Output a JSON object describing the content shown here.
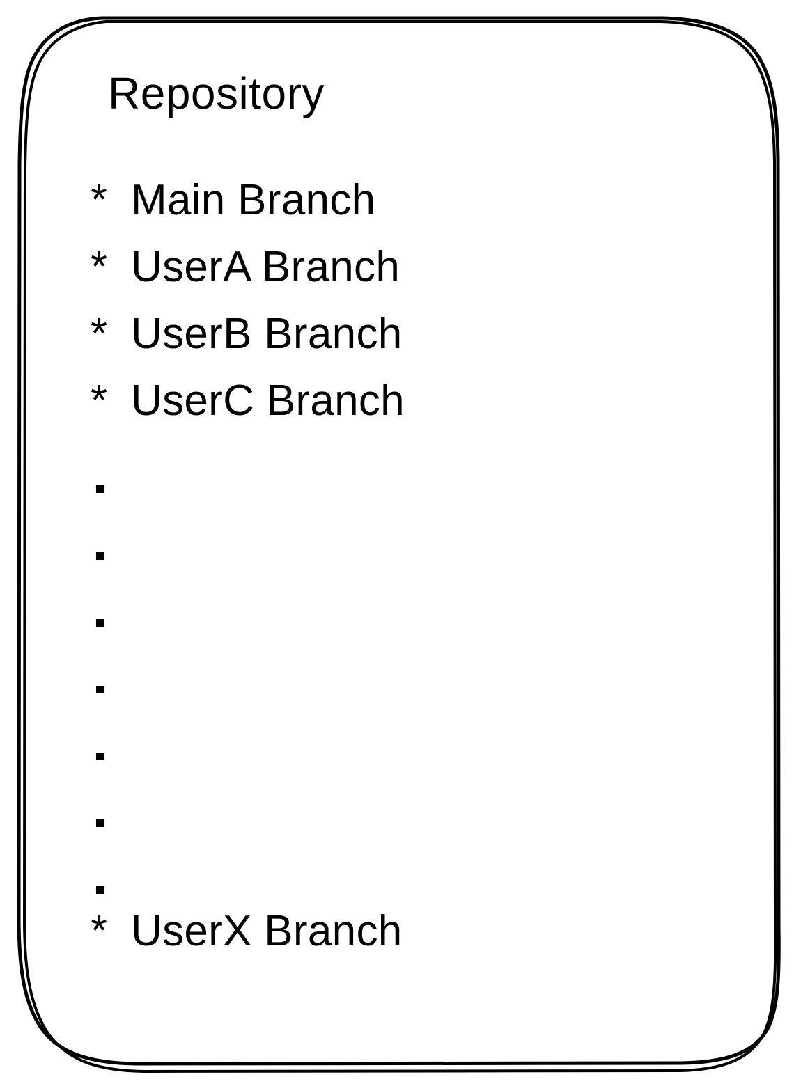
{
  "diagram": {
    "shape": "rounded-rectangle-sketch",
    "style": "hand-drawn",
    "stroke_color": "#000000",
    "background_color": "#ffffff"
  },
  "panel": {
    "title": "Repository",
    "bullet_symbol": "*",
    "branches_top": [
      {
        "bullet": "*",
        "label": "Main Branch"
      },
      {
        "bullet": "*",
        "label": "UserA Branch"
      },
      {
        "bullet": "*",
        "label": "UserB Branch"
      },
      {
        "bullet": "*",
        "label": "UserC Branch"
      }
    ],
    "ellipsis": {
      "symbol": "▪",
      "count": 7,
      "meaning": "more branches omitted"
    },
    "branches_bottom": [
      {
        "bullet": "*",
        "label": "UserX Branch"
      }
    ]
  }
}
